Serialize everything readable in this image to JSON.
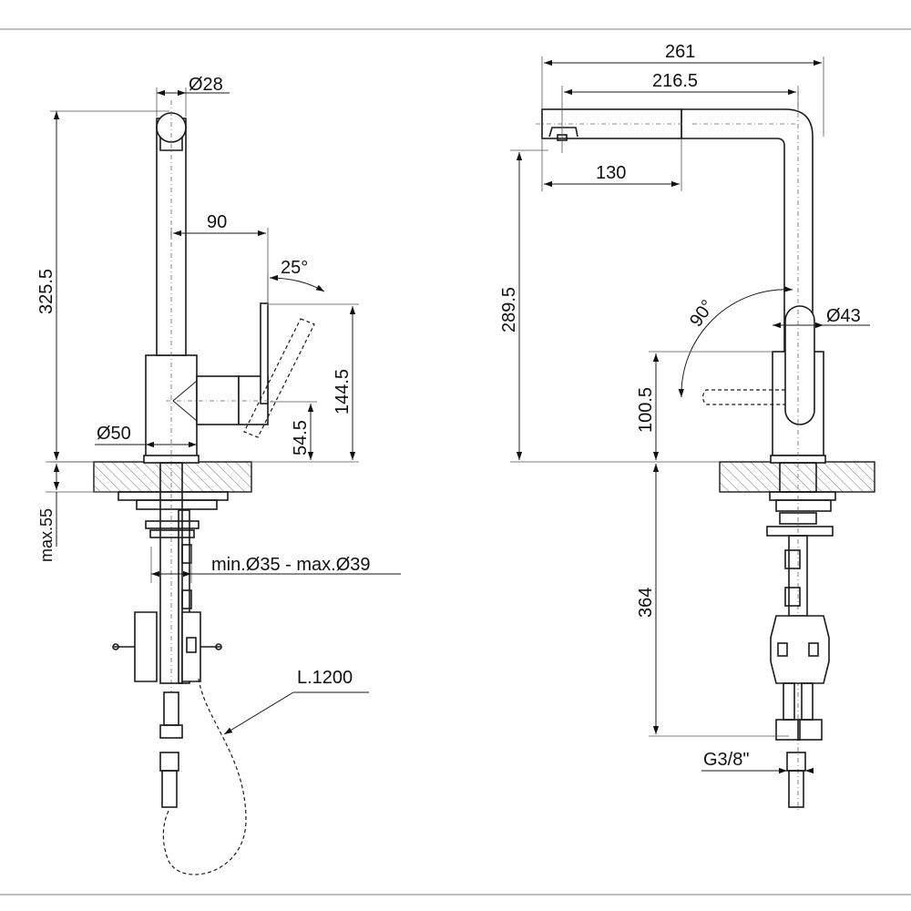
{
  "side_view": {
    "dims": {
      "d28": "Ø28",
      "h325": "325.5",
      "w90": "90",
      "a25": "25°",
      "h144": "144.5",
      "h54": "54.5",
      "d50": "Ø50",
      "max55": "max.55",
      "hole": "min.Ø35 - max.Ø39",
      "hose": "L.1200"
    }
  },
  "front_view": {
    "dims": {
      "w261": "261",
      "w216": "216.5",
      "w130": "130",
      "h289": "289.5",
      "a90": "90°",
      "d43": "Ø43",
      "h100": "100.5",
      "h364": "364",
      "thread": "G3/8\""
    }
  }
}
